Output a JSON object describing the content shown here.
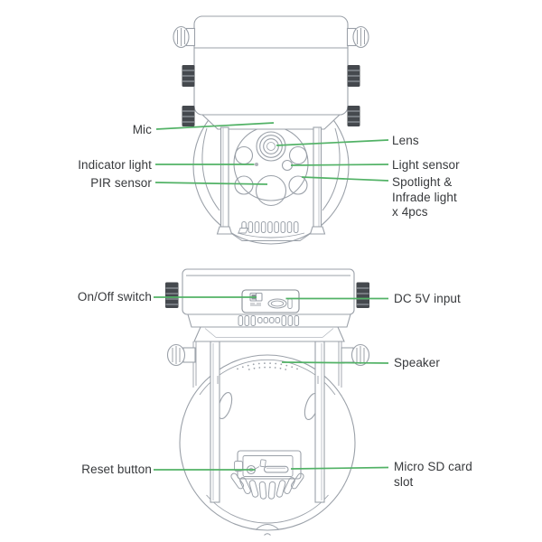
{
  "front_view": {
    "labels": {
      "mic": "Mic",
      "indicator_light": "Indicator light",
      "pir_sensor": "PIR sensor",
      "lens": "Lens",
      "light_sensor": "Light sensor",
      "spotlight": "Spotlight &\nInfrade light\nx 4pcs"
    }
  },
  "rear_view": {
    "labels": {
      "on_off_switch": "On/Off switch",
      "dc_input": "DC 5V input",
      "speaker": "Speaker",
      "reset_button": "Reset button",
      "micro_sd": "Micro SD card\nslot"
    }
  },
  "colors": {
    "leader_line": "#52b266",
    "label_text": "#37393c",
    "line_art": "#9ba1a9"
  }
}
